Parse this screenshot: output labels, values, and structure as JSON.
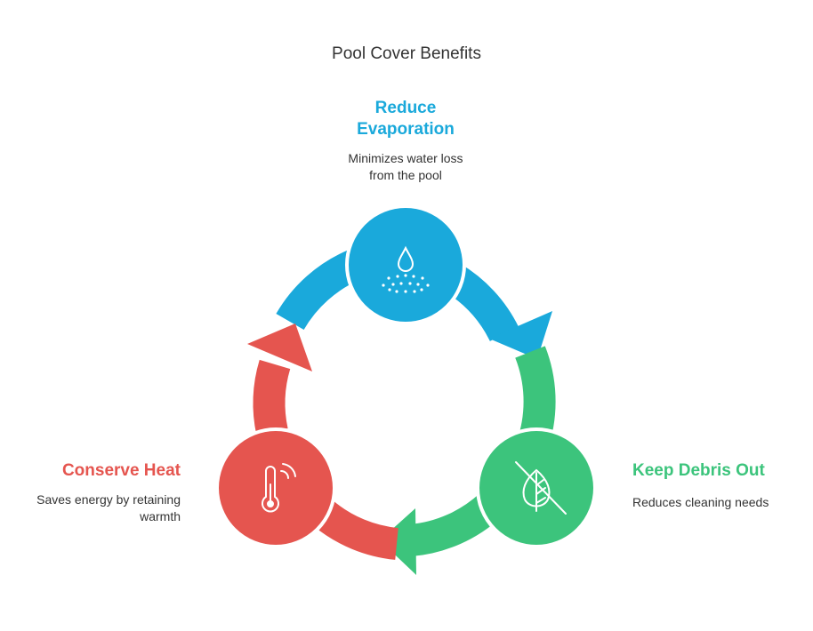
{
  "title": "Pool Cover Benefits",
  "colors": {
    "blue": "#1AA9DB",
    "green": "#3CC47C",
    "red": "#E5554F",
    "icon": "#ffffff"
  },
  "nodes": {
    "evaporation": {
      "title_lines": [
        "Reduce",
        "Evaporation"
      ],
      "desc_lines": [
        "Minimizes water loss",
        "from the pool"
      ],
      "icon": "water-droplet-evaporation-icon"
    },
    "debris": {
      "title_lines": [
        "Keep Debris Out"
      ],
      "desc_lines": [
        "Reduces cleaning needs"
      ],
      "icon": "leaf-blocked-icon"
    },
    "heat": {
      "title_lines": [
        "Conserve Heat"
      ],
      "desc_lines": [
        "Saves energy by retaining",
        "warmth"
      ],
      "icon": "thermometer-icon"
    }
  }
}
